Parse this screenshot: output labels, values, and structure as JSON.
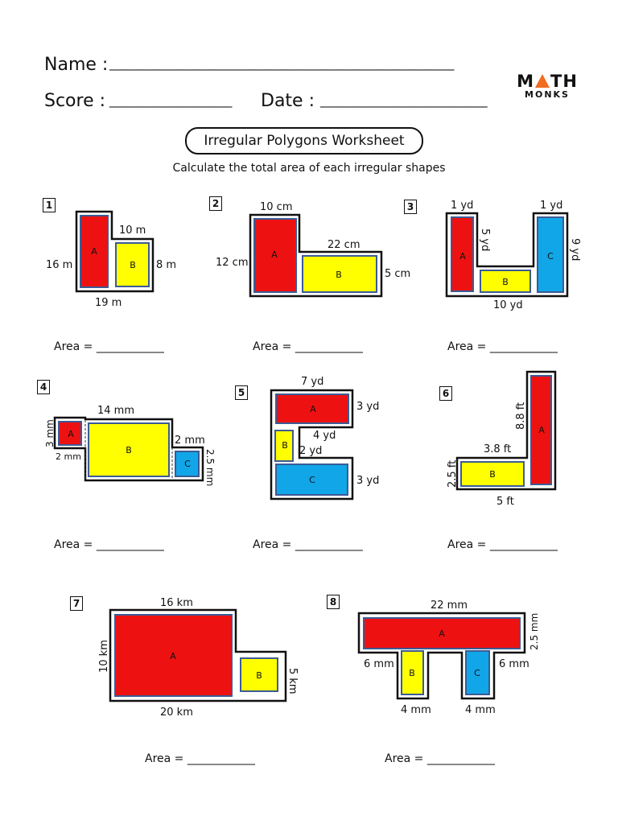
{
  "header": {
    "name_label": "Name :",
    "name_line": "______________________________________________________________",
    "score_label": "Score :",
    "score_line": "______________________",
    "date_label": "Date :",
    "date_line": "______________________________"
  },
  "logo": {
    "math_m": "M",
    "math_th": "TH",
    "monks": "MONKS",
    "accent": "#f26c21"
  },
  "title": "Irregular Polygons Worksheet",
  "subtitle": "Calculate the total area of each irregular shapes",
  "colors": {
    "red": "#ee1111",
    "yellow": "#ffff00",
    "blue": "#11a6e8",
    "rect_border": "#3b5b95",
    "outline": "#111111"
  },
  "problems": [
    {
      "number": "1",
      "area_label": "Area = ____________",
      "dims": [
        "10 m",
        "16 m",
        "8 m",
        "19 m"
      ],
      "parts": [
        "A",
        "B"
      ]
    },
    {
      "number": "2",
      "area_label": "Area = ____________",
      "dims": [
        "10 cm",
        "22 cm",
        "12 cm",
        "5 cm"
      ],
      "parts": [
        "A",
        "B"
      ]
    },
    {
      "number": "3",
      "area_label": "Area = ____________",
      "dims": [
        "1 yd",
        "1 yd",
        "5 yd",
        "9 yd",
        "10 yd"
      ],
      "parts": [
        "A",
        "B",
        "C"
      ]
    },
    {
      "number": "4",
      "area_label": "Area = ____________",
      "dims": [
        "14 mm",
        "3 mm",
        "2 mm",
        "2 mm",
        "2.5 mm"
      ],
      "parts": [
        "A",
        "B",
        "C"
      ]
    },
    {
      "number": "5",
      "area_label": "Area = ____________",
      "dims": [
        "7 yd",
        "3 yd",
        "4 yd",
        "2 yd",
        "3 yd"
      ],
      "parts": [
        "A",
        "B",
        "C"
      ]
    },
    {
      "number": "6",
      "area_label": "Area = ____________",
      "dims": [
        "8.8 ft",
        "3.8 ft",
        "2.5 ft",
        "5 ft"
      ],
      "parts": [
        "A",
        "B"
      ]
    },
    {
      "number": "7",
      "area_label": "Area = ____________",
      "dims": [
        "16 km",
        "10 km",
        "5 km",
        "20 km"
      ],
      "parts": [
        "A",
        "B"
      ]
    },
    {
      "number": "8",
      "area_label": "Area = ____________",
      "dims": [
        "22 mm",
        "2.5 mm",
        "6 mm",
        "6 mm",
        "4 mm",
        "4 mm"
      ],
      "parts": [
        "A",
        "B",
        "C"
      ]
    }
  ]
}
